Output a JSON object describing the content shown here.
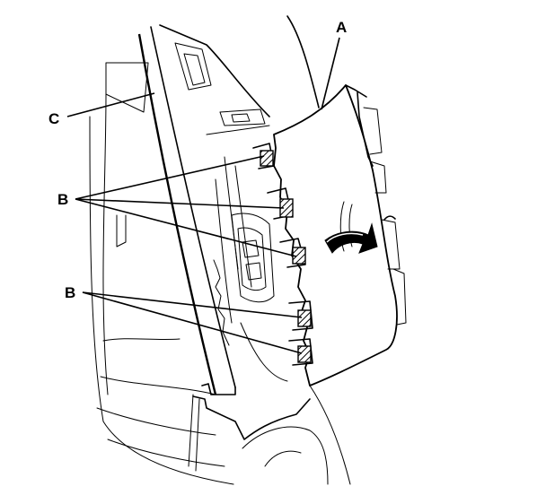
{
  "labels": {
    "a": "A",
    "b_upper": "B",
    "b_lower": "B",
    "c": "C"
  },
  "colors": {
    "ink": "#000000",
    "paper": "#ffffff"
  },
  "icons": {
    "rotation_arrow": "curved-arrow-icon"
  }
}
